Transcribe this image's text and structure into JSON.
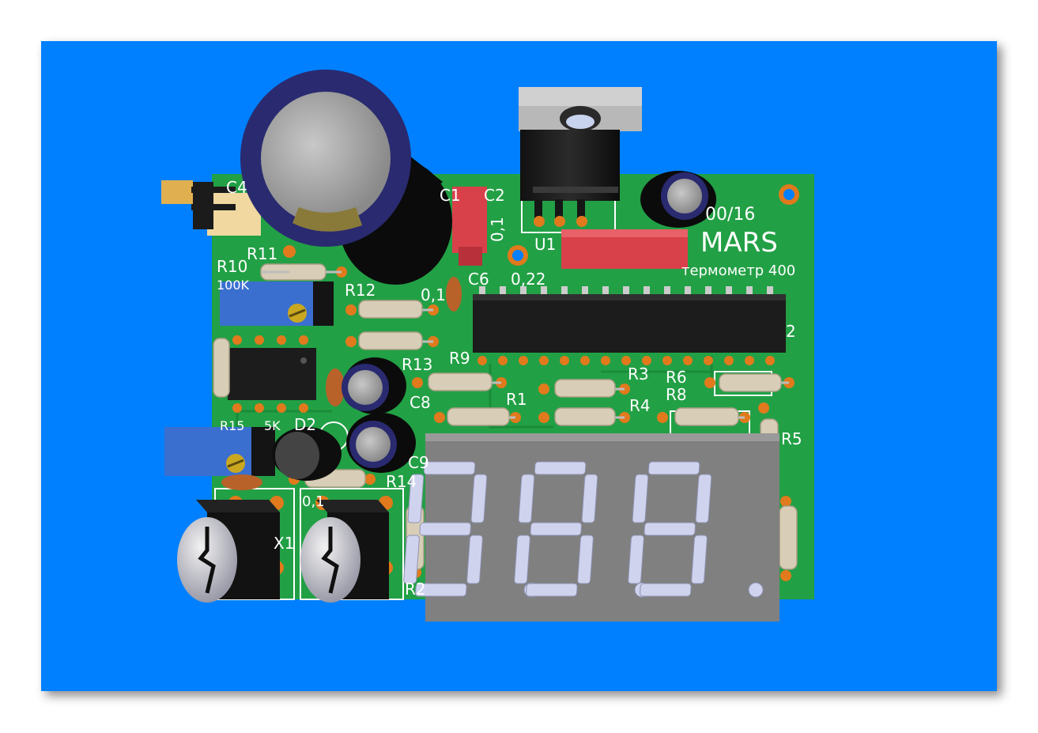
{
  "scene": {
    "colors": {
      "background": "#0080ff",
      "pcb": "#22a045",
      "pad": "#e07a1c",
      "resistor": "#d8cdb6",
      "trimmer": "#3a6fd0",
      "capacitor_film": "#d8404a",
      "ic": "#1c1c1c",
      "display_body": "#808080",
      "display_segment": "#cfd3ee"
    },
    "board": {
      "title_line1": "00/16",
      "title_line2": "MARS",
      "title_line3": "термометр 400"
    },
    "labels": {
      "c4": "C4",
      "c1": "C1",
      "c2": "C2",
      "c2_value": "0,1",
      "u1": "U1",
      "c6": "C6",
      "c6_value": "0,22",
      "r10": "R10",
      "r10_value": "100K",
      "r11": "R11",
      "r12": "R12",
      "c5_value": "0,1",
      "r13": "R13",
      "r9": "R9",
      "r3": "R3",
      "r6": "R6",
      "u2_fragment": "2",
      "c8": "C8",
      "r1": "R1",
      "r4": "R4",
      "r8": "R8",
      "r5": "R5",
      "r15": "R15",
      "r15_value": "5K",
      "d2": "D2",
      "c9": "C9",
      "r14": "R14",
      "c10_value": "0,1",
      "x1": "X1",
      "r2": "R2"
    },
    "display": {
      "digits": [
        "8.",
        "8.",
        "8."
      ]
    }
  }
}
